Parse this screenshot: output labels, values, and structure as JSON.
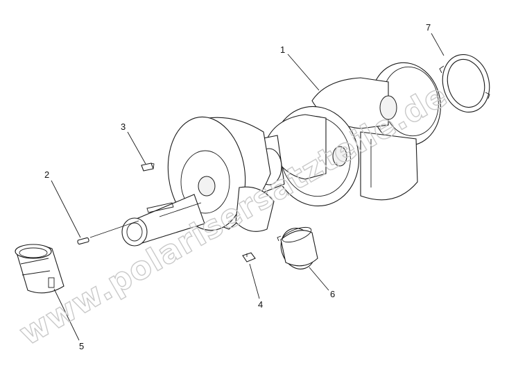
{
  "callouts": {
    "c1": "1",
    "c2": "2",
    "c3": "3",
    "c4": "4",
    "c5": "5",
    "c6": "6",
    "c7": "7"
  },
  "watermark": "www.polarisersatzteile.de",
  "colors": {
    "line": "#1a1a1a",
    "background": "#ffffff",
    "watermark": "#c9c9c9"
  }
}
